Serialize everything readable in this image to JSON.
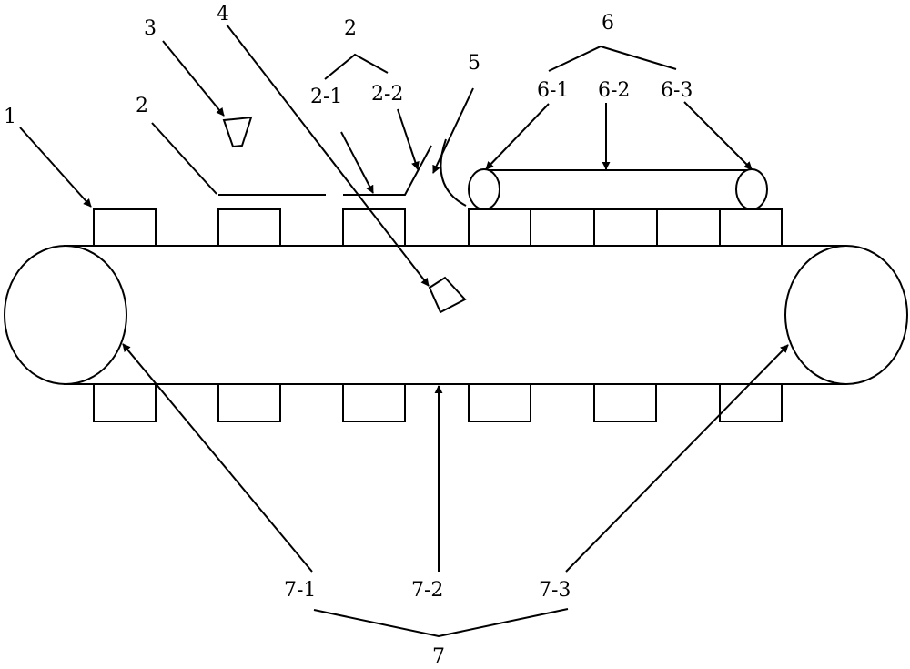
{
  "labels": {
    "l1": "1",
    "l2": "2",
    "l2_group": "2",
    "l2_1": "2-1",
    "l2_2": "2-2",
    "l3": "3",
    "l4": "4",
    "l5": "5",
    "l6": "6",
    "l6_1": "6-1",
    "l6_2": "6-2",
    "l6_3": "6-3",
    "l7": "7",
    "l7_1": "7-1",
    "l7_2": "7-2",
    "l7_3": "7-3"
  },
  "colors": {
    "stroke": "#000000",
    "background": "#ffffff"
  }
}
